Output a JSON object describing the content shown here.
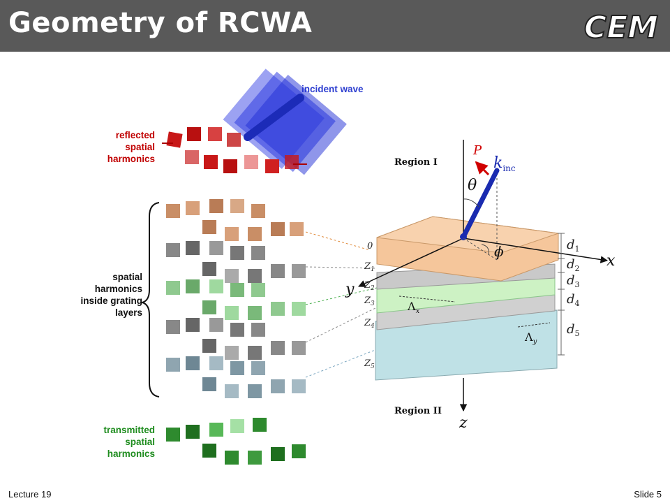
{
  "header": {
    "title": "Geometry of RCWA",
    "logo_text": "CEM"
  },
  "labels": {
    "incident": "incident wave",
    "reflected": [
      "reflected",
      "spatial",
      "harmonics"
    ],
    "inside": [
      "spatial",
      "harmonics",
      "inside grating",
      "layers"
    ],
    "transmitted": [
      "transmitted",
      "spatial",
      "harmonics"
    ]
  },
  "diagram": {
    "region1": "Region I",
    "region2": "Region II",
    "axis_x": "x",
    "axis_y": "y",
    "axis_z": "z",
    "theta": "θ",
    "phi": "ϕ",
    "P_vec": "P",
    "k_base": "k",
    "k_sub": "inc",
    "lambda_x": "Λ",
    "lambda_x_sub": "x",
    "lambda_y": "Λ",
    "lambda_y_sub": "y",
    "origin": "0",
    "z_labels": [
      "Z",
      "Z",
      "Z",
      "Z",
      "Z"
    ],
    "z_subs": [
      "1",
      "2",
      "3",
      "4",
      "5"
    ],
    "d_labels": [
      "d",
      "d",
      "d",
      "d",
      "d"
    ],
    "d_subs": [
      "1",
      "2",
      "3",
      "4",
      "5"
    ]
  },
  "colors": {
    "layer_orange": "#f5c69b",
    "layer_gray": "#d0d0d0",
    "layer_green": "#cdf2c4",
    "layer_blue": "#bfe1e6",
    "reflected": "#c00000",
    "incident": "#2e3fd0",
    "transmitted": "#1e8c1e"
  },
  "footer": {
    "left": "Lecture 19",
    "right": "Slide 5"
  }
}
